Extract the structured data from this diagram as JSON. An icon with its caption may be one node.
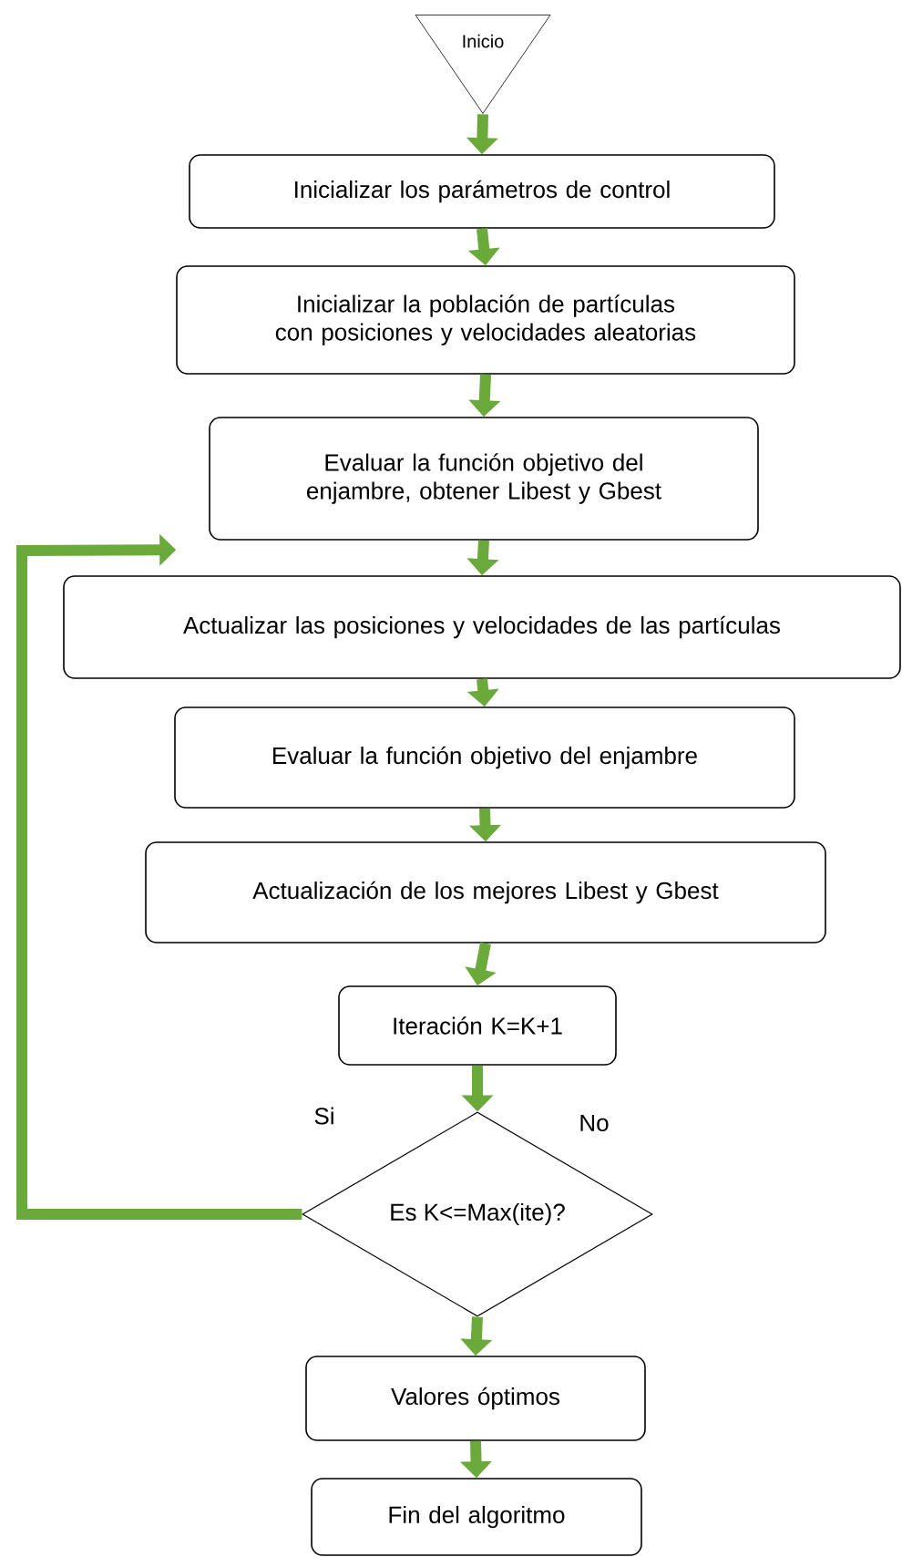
{
  "diagram": {
    "nodes": [
      {
        "text": [
          "Inicio"
        ]
      },
      {
        "text": [
          "Inicializar los parámetros de control"
        ]
      },
      {
        "text": [
          "Inicializar la población de partículas con posiciones y velocidades aleatorias"
        ]
      },
      {
        "text": [
          "Evaluar la función objetivo del enjambre, obtener Libest y Gbest"
        ]
      },
      {
        "text": [
          "Actualizar las posiciones y velocidades de las partículas"
        ]
      },
      {
        "text": [
          "Evaluar la función objetivo del enjambre"
        ]
      },
      {
        "text": [
          "Actualización de los mejores Libest y Gbest"
        ]
      },
      {
        "text": [
          "Iteración K=K+1"
        ]
      },
      {
        "text": [
          "Es K<=Max(ite)?"
        ]
      },
      {
        "text": [
          "Valores óptimos"
        ]
      },
      {
        "text": [
          "Fin del algoritmo"
        ]
      }
    ],
    "edges": [
      {
        "from": 0,
        "to": 1,
        "arrow": "to"
      },
      {
        "from": 1,
        "to": 2,
        "arrow": "to"
      },
      {
        "from": 2,
        "to": 3,
        "arrow": "to"
      },
      {
        "from": 3,
        "to": 4,
        "arrow": "to"
      },
      {
        "from": 4,
        "to": 5,
        "arrow": "to"
      },
      {
        "from": 5,
        "to": 6,
        "arrow": "to"
      },
      {
        "from": 6,
        "to": 7,
        "arrow": "to"
      },
      {
        "from": 7,
        "to": 8,
        "arrow": "to"
      },
      {
        "from": 8,
        "to": 4,
        "arrow": "to"
      },
      {
        "from": 8,
        "to": 9,
        "arrow": "to"
      },
      {
        "from": 9,
        "to": 10,
        "arrow": "to"
      }
    ],
    "labels": [
      "Si",
      "No"
    ]
  }
}
